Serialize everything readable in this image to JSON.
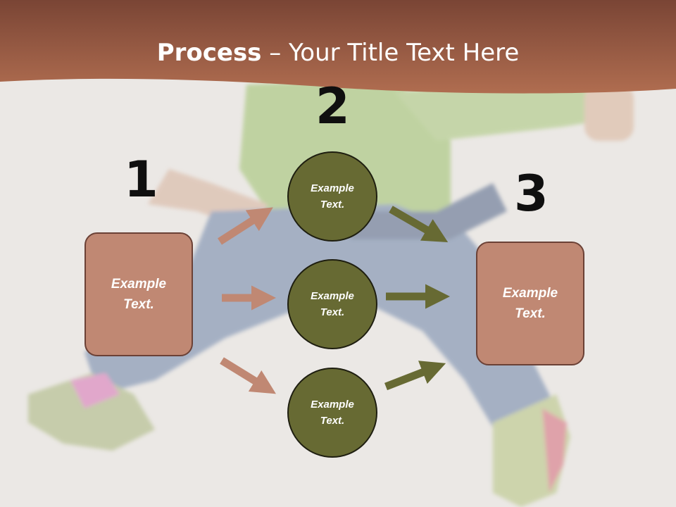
{
  "title": {
    "bold": "Process",
    "rest": " – Your Title Text Here"
  },
  "steps": {
    "one": "1",
    "two": "2",
    "three": "3"
  },
  "left_box": {
    "line1": "Example",
    "line2": "Text."
  },
  "right_box": {
    "line1": "Example",
    "line2": "Text."
  },
  "circles": [
    {
      "line1": "Example",
      "line2": "Text."
    },
    {
      "line1": "Example",
      "line2": "Text."
    },
    {
      "line1": "Example",
      "line2": "Text."
    }
  ],
  "colors": {
    "header_band": "#a1634a",
    "box_fill": "#c08873",
    "circle_fill": "#676a33",
    "left_arrows": "#c08873",
    "right_arrows": "#676a33"
  }
}
